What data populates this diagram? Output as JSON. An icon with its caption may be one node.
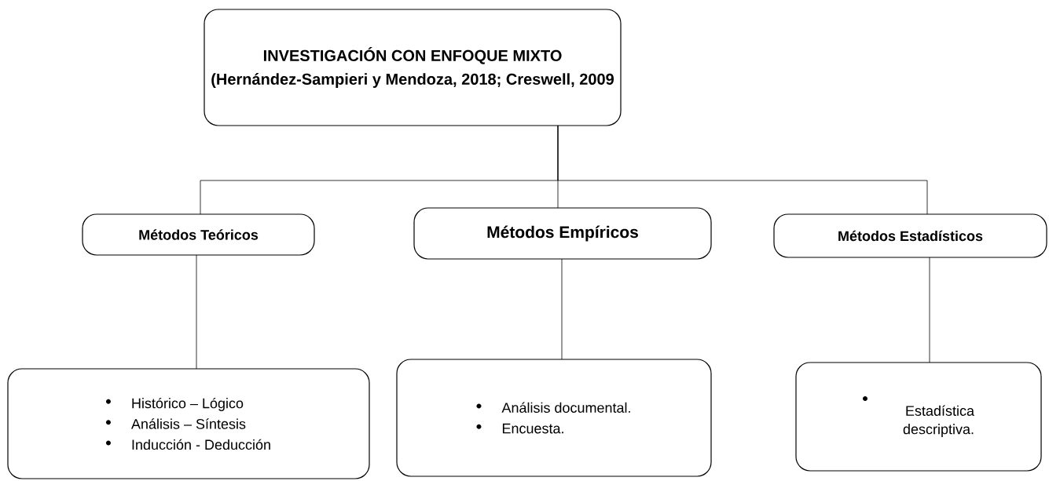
{
  "diagram": {
    "nodes": [
      {
        "text": [
          "INVESTIGACIÓN CON ENFOQUE MIXTO",
          "(Hernández-Sampieri y Mendoza, 2018; Creswell, 2009"
        ]
      },
      {
        "text": [
          "Métodos Teóricos"
        ]
      },
      {
        "text": [
          "Métodos Empíricos"
        ]
      },
      {
        "text": [
          "Métodos Estadísticos"
        ]
      },
      {
        "text": [
          "Histórico – Lógico",
          "Análisis – Síntesis",
          "Inducción - Deducción"
        ]
      },
      {
        "text": [
          "Análisis documental.",
          "Encuesta."
        ]
      },
      {
        "text": [
          "Estadística descriptiva."
        ]
      }
    ],
    "edges": [
      {
        "from": 0,
        "to": 1,
        "arrow": "none"
      },
      {
        "from": 0,
        "to": 2,
        "arrow": "none"
      },
      {
        "from": 0,
        "to": 3,
        "arrow": "none"
      },
      {
        "from": 1,
        "to": 4,
        "arrow": "none"
      },
      {
        "from": 2,
        "to": 5,
        "arrow": "none"
      },
      {
        "from": 3,
        "to": 6,
        "arrow": "none"
      }
    ]
  }
}
